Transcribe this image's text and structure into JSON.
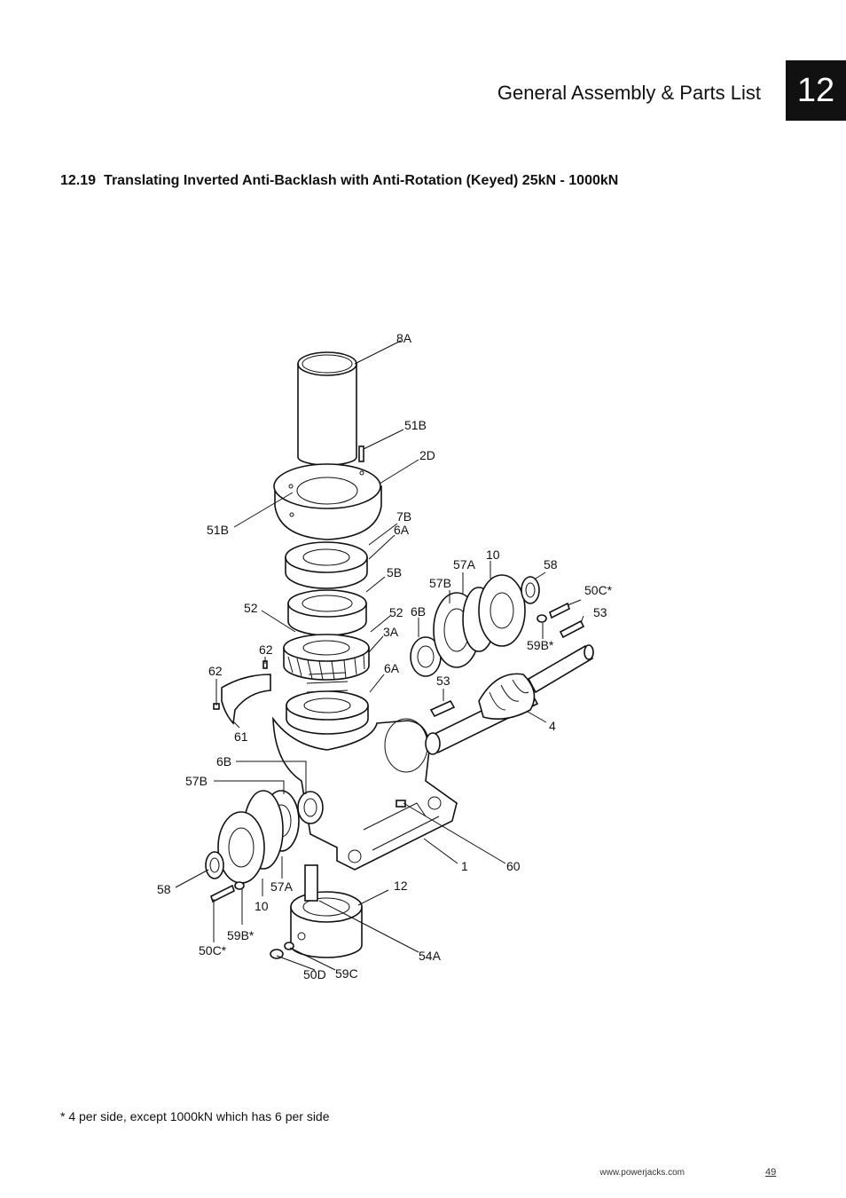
{
  "header": {
    "chapter_number": "12",
    "title": "General Assembly & Parts List"
  },
  "section": {
    "number": "12.19",
    "title": "Translating Inverted Anti-Backlash with Anti-Rotation (Keyed) 25kN - 1000kN"
  },
  "diagram": {
    "labels": {
      "p8A": "8A",
      "p51B_top": "51B",
      "p2D": "2D",
      "p51B_left": "51B",
      "p7B": "7B",
      "p6A_top": "6A",
      "p5B": "5B",
      "p52_left": "52",
      "p52_right": "52",
      "p3A": "3A",
      "p62_a": "62",
      "p62_b": "62",
      "p6A_low": "6A",
      "p61": "61",
      "p57A_r": "57A",
      "p10_r": "10",
      "p58_r": "58",
      "p57B_r": "57B",
      "p50C_r": "50C*",
      "p6B_r": "6B",
      "p53_r": "53",
      "p59B_r": "59B*",
      "p53_mid": "53",
      "p4": "4",
      "p6B_l": "6B",
      "p57B_l": "57B",
      "p1": "1",
      "p60": "60",
      "p58_l": "58",
      "p57A_l": "57A",
      "p10_l": "10",
      "p12": "12",
      "p59B_l": "59B*",
      "p50C_l": "50C*",
      "p54A": "54A",
      "p50D": "50D",
      "p59C": "59C"
    }
  },
  "footnote": "* 4 per side, except 1000kN which has 6 per side",
  "footer": {
    "url": "www.powerjacks.com",
    "page_number": "49"
  }
}
